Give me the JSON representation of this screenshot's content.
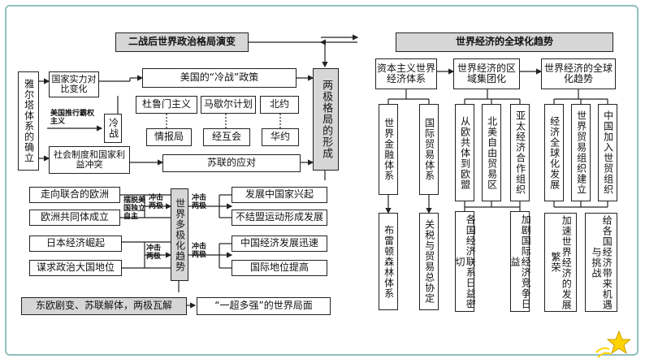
{
  "left": {
    "title": "二战后世界政治格局演变",
    "yalta": "雅尔塔体系的确立",
    "national_power": "国家实力对比变化",
    "us_hegemony": "美国推行霸权主义",
    "cold_war": "冷战",
    "social_system": "社会制度和国家利益冲突",
    "us_policy": "美国的“冷战”政策",
    "truman": "杜鲁门主义",
    "marshall": "马歇尔计划",
    "nato": "北约",
    "cominform": "情报局",
    "comecon": "经互会",
    "warsaw": "华约",
    "soviet_response": "苏联的应对",
    "bipolar": "两极格局的形成",
    "europe_union": "走向联合的欧洲",
    "get_rid_us": "摆脱美国独立自主",
    "eu_founded": "欧洲共同体成立",
    "japan_rise": "日本经济崛起",
    "japan_power": "谋求政治大国地位",
    "multipolar": "世界多极化趋势",
    "impact1": "冲击两极",
    "impact2": "冲击两极",
    "impact3": "冲击两极",
    "impact4": "冲击两极",
    "third_world": "发展中国家兴起",
    "non_aligned": "不结盟运动形成发展",
    "china_econ": "中国经济发展迅速",
    "china_status": "国际地位提高",
    "collapse": "东欧剧变、苏联解体，两极瓦解",
    "one_super": "“一超多强”的世界局面"
  },
  "right": {
    "title": "世界经济的全球化趋势",
    "capitalist_system": "资本主义世界经济体系",
    "regional_groups": "世界经济的区域集团化",
    "globalization": "世界经济的全球化趋势",
    "finance_system": "世界金融体系",
    "trade_system": "国际贸易体系",
    "bretton_woods": "布雷顿森林体系",
    "gatt": "关税与贸易总协定",
    "eu": "从欧共体到欧盟",
    "nafta": "北美自由贸易区",
    "apec": "亚太经济合作组织",
    "econ_closer": "各国经济联系日益密切",
    "competition": "加剧国际经济竞争日益",
    "econ_global": "经济全球化发展",
    "wto": "世界贸易组织建立",
    "china_wto": "中国加入世贸组织",
    "accelerate": "加速世界经济的发展繁荣",
    "bring": "给各国经济带来机遇与挑战"
  }
}
